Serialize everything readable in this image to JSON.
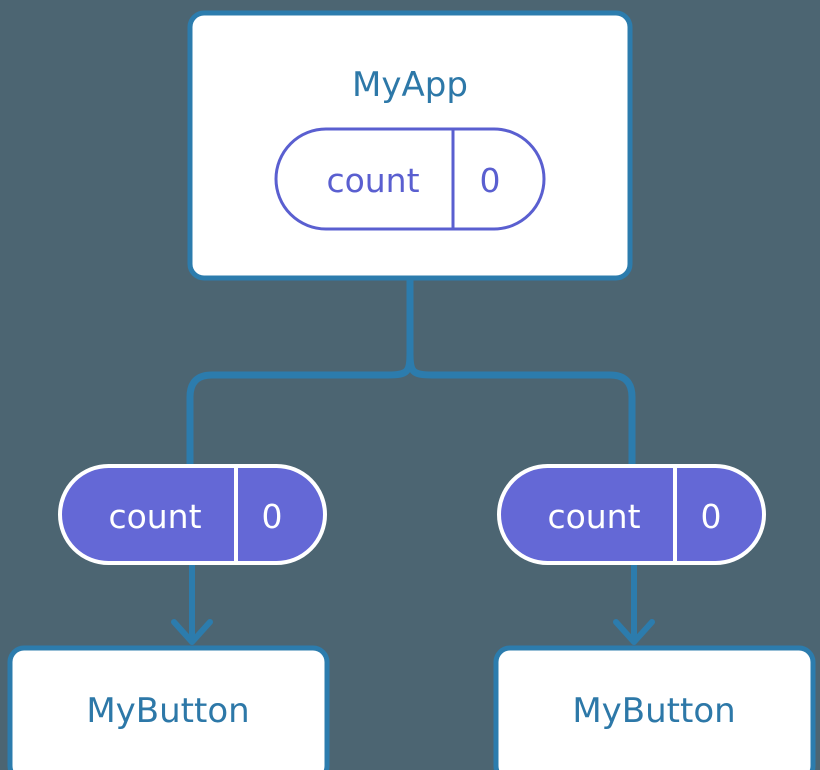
{
  "diagram": {
    "title_text": "MyApp",
    "background_color": "#4c6572",
    "line_color": "#2c7cad",
    "box_border_color": "#2c7cad",
    "box_fill_color": "#ffffff",
    "accent_purple": "#6468d6",
    "title_text_color": "#2d78a8",
    "nodes": {
      "root": {
        "label": "MyApp",
        "state": {
          "key": "count",
          "value": "0"
        }
      },
      "left_state": {
        "key": "count",
        "value": "0"
      },
      "right_state": {
        "key": "count",
        "value": "0"
      },
      "left_button": {
        "label": "MyButton"
      },
      "right_button": {
        "label": "MyButton"
      }
    },
    "edges": [
      {
        "name": "root-to-branch",
        "style": "solid-line"
      },
      {
        "name": "branch-to-left-state",
        "style": "solid-line"
      },
      {
        "name": "branch-to-right-state",
        "style": "solid-line"
      },
      {
        "name": "left-state-to-left-button",
        "style": "arrow-down"
      },
      {
        "name": "right-state-to-right-button",
        "style": "arrow-down"
      }
    ]
  }
}
